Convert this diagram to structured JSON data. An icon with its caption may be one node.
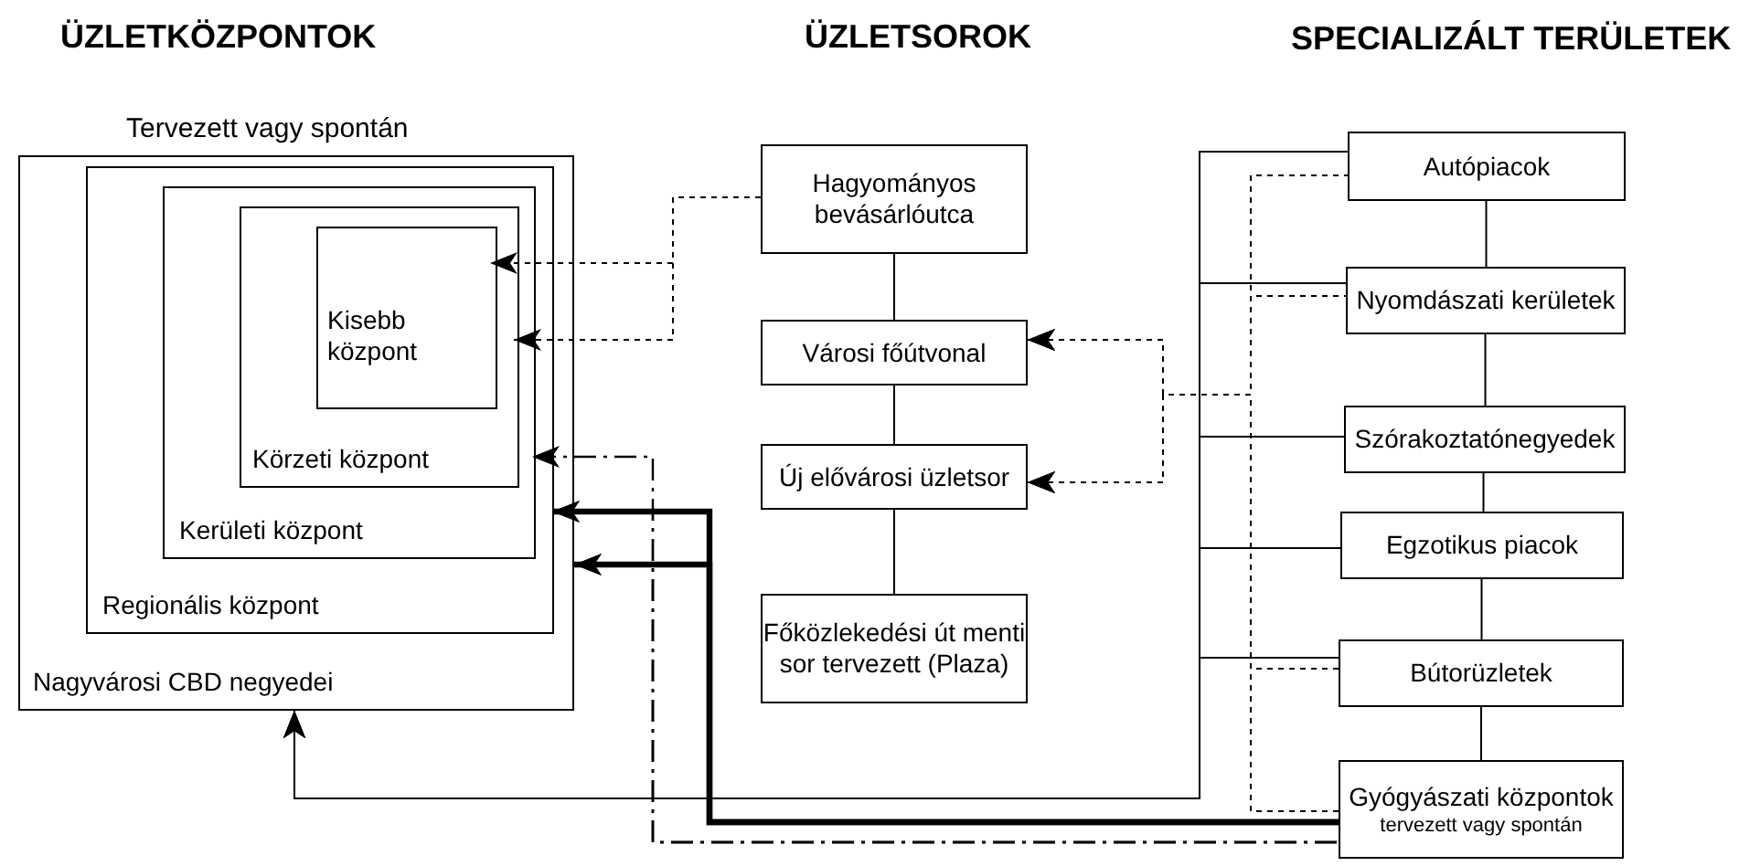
{
  "diagram": {
    "nodes": [
      {
        "text": [
          "Tervezett vagy spontán",
          "Nagyvárosi CBD negyedei"
        ]
      },
      {
        "text": [
          "Regionális központ"
        ],
        "in": 0
      },
      {
        "text": [
          "Kerületi központ"
        ],
        "in": 1
      },
      {
        "text": [
          "Körzeti központ"
        ],
        "in": 2
      },
      {
        "text": [
          "Kisebb központ"
        ],
        "in": 3
      },
      {
        "text": [
          "Hagyományos bevásárlóutca"
        ]
      },
      {
        "text": [
          "Városi főútvonal"
        ]
      },
      {
        "text": [
          "Új elővárosi üzletsor"
        ]
      },
      {
        "text": [
          "Főközlekedési út menti sor tervezett (Plaza)"
        ]
      },
      {
        "text": [
          "Autópiacok"
        ]
      },
      {
        "text": [
          "Nyomdászati kerületek"
        ]
      },
      {
        "text": [
          "Szórakoztatónegyedek"
        ]
      },
      {
        "text": [
          "Egzotikus piacok"
        ]
      },
      {
        "text": [
          "Bútorüzletek"
        ]
      },
      {
        "text": [
          "Gyógyászati központok",
          "tervezett vagy spontán"
        ]
      }
    ],
    "edges": [
      {
        "from": 5,
        "to": 6,
        "arrow": "none"
      },
      {
        "from": 6,
        "to": 7,
        "arrow": "none"
      },
      {
        "from": 7,
        "to": 8,
        "arrow": "none"
      },
      {
        "from": 9,
        "to": 10,
        "arrow": "none"
      },
      {
        "from": 10,
        "to": 11,
        "arrow": "none"
      },
      {
        "from": 11,
        "to": 12,
        "arrow": "none"
      },
      {
        "from": 12,
        "to": 13,
        "arrow": "none"
      },
      {
        "from": 13,
        "to": 14,
        "arrow": "none"
      },
      {
        "from": 5,
        "to": 4,
        "arrow": "to",
        "style": "dashed"
      },
      {
        "from": 5,
        "to": 3,
        "arrow": "to",
        "style": "dashed"
      },
      {
        "from": 9,
        "to": 6,
        "arrow": "to",
        "style": "dashed"
      },
      {
        "from": 9,
        "to": 7,
        "arrow": "to",
        "style": "dashed"
      },
      {
        "from": 10,
        "to": 6,
        "arrow": "to",
        "style": "dashed"
      },
      {
        "from": 10,
        "to": 7,
        "arrow": "to",
        "style": "dashed"
      },
      {
        "from": 13,
        "to": 6,
        "arrow": "to",
        "style": "dashed"
      },
      {
        "from": 13,
        "to": 7,
        "arrow": "to",
        "style": "dashed"
      },
      {
        "from": 14,
        "to": 6,
        "arrow": "to",
        "style": "dashed"
      },
      {
        "from": 14,
        "to": 7,
        "arrow": "to",
        "style": "dashed"
      },
      {
        "from": 9,
        "to": 0,
        "arrow": "to"
      },
      {
        "from": 10,
        "to": 0,
        "arrow": "to"
      },
      {
        "from": 11,
        "to": 0,
        "arrow": "to"
      },
      {
        "from": 12,
        "to": 0,
        "arrow": "to"
      },
      {
        "from": 13,
        "to": 0,
        "arrow": "to"
      },
      {
        "from": 14,
        "to": 1,
        "arrow": "to",
        "style": "thick"
      },
      {
        "from": 14,
        "to": 0,
        "arrow": "to",
        "style": "thick"
      },
      {
        "from": 14,
        "to": 2,
        "arrow": "to",
        "style": "dashed"
      },
      {
        "from": 14,
        "to": 1,
        "arrow": "to",
        "style": "dashed"
      },
      {
        "from": 14,
        "to": 0,
        "arrow": "to",
        "style": "dashed"
      }
    ],
    "labels": [
      "ÜZLETKÖZPONTOK",
      "ÜZLETSOROK",
      "SPECIALIZÁLT TERÜLETEK"
    ]
  }
}
